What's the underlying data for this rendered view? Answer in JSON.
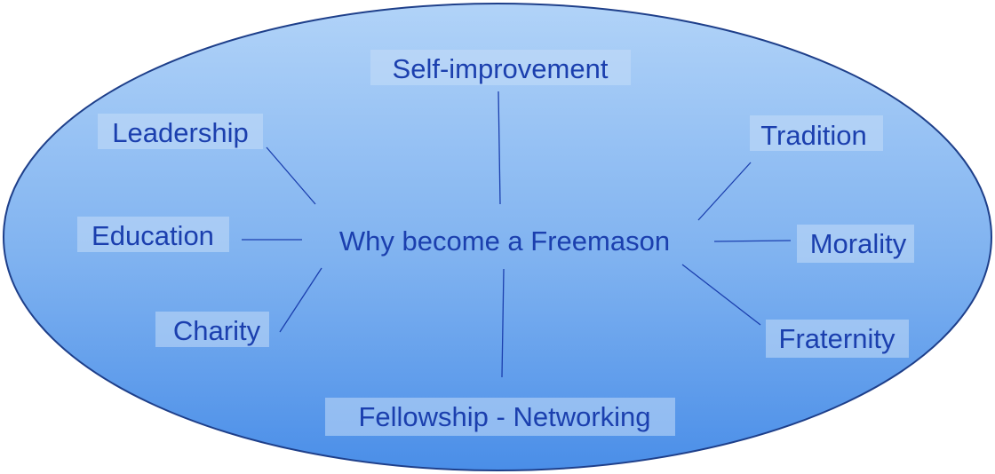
{
  "diagram": {
    "center": "Why become a Freemason",
    "reasons": {
      "self_improvement": "Self-improvement",
      "leadership": "Leadership",
      "tradition": "Tradition",
      "education": "Education",
      "morality": "Morality",
      "charity": "Charity",
      "fraternity": "Fraternity",
      "fellowship": "Fellowship - Networking"
    },
    "colors": {
      "ellipse_top": "#a9cdf7",
      "ellipse_bottom": "#4a8ee8",
      "ellipse_stroke": "#1e3f8a",
      "text": "#1b3fae",
      "label_box": "#c5dcf7"
    }
  }
}
